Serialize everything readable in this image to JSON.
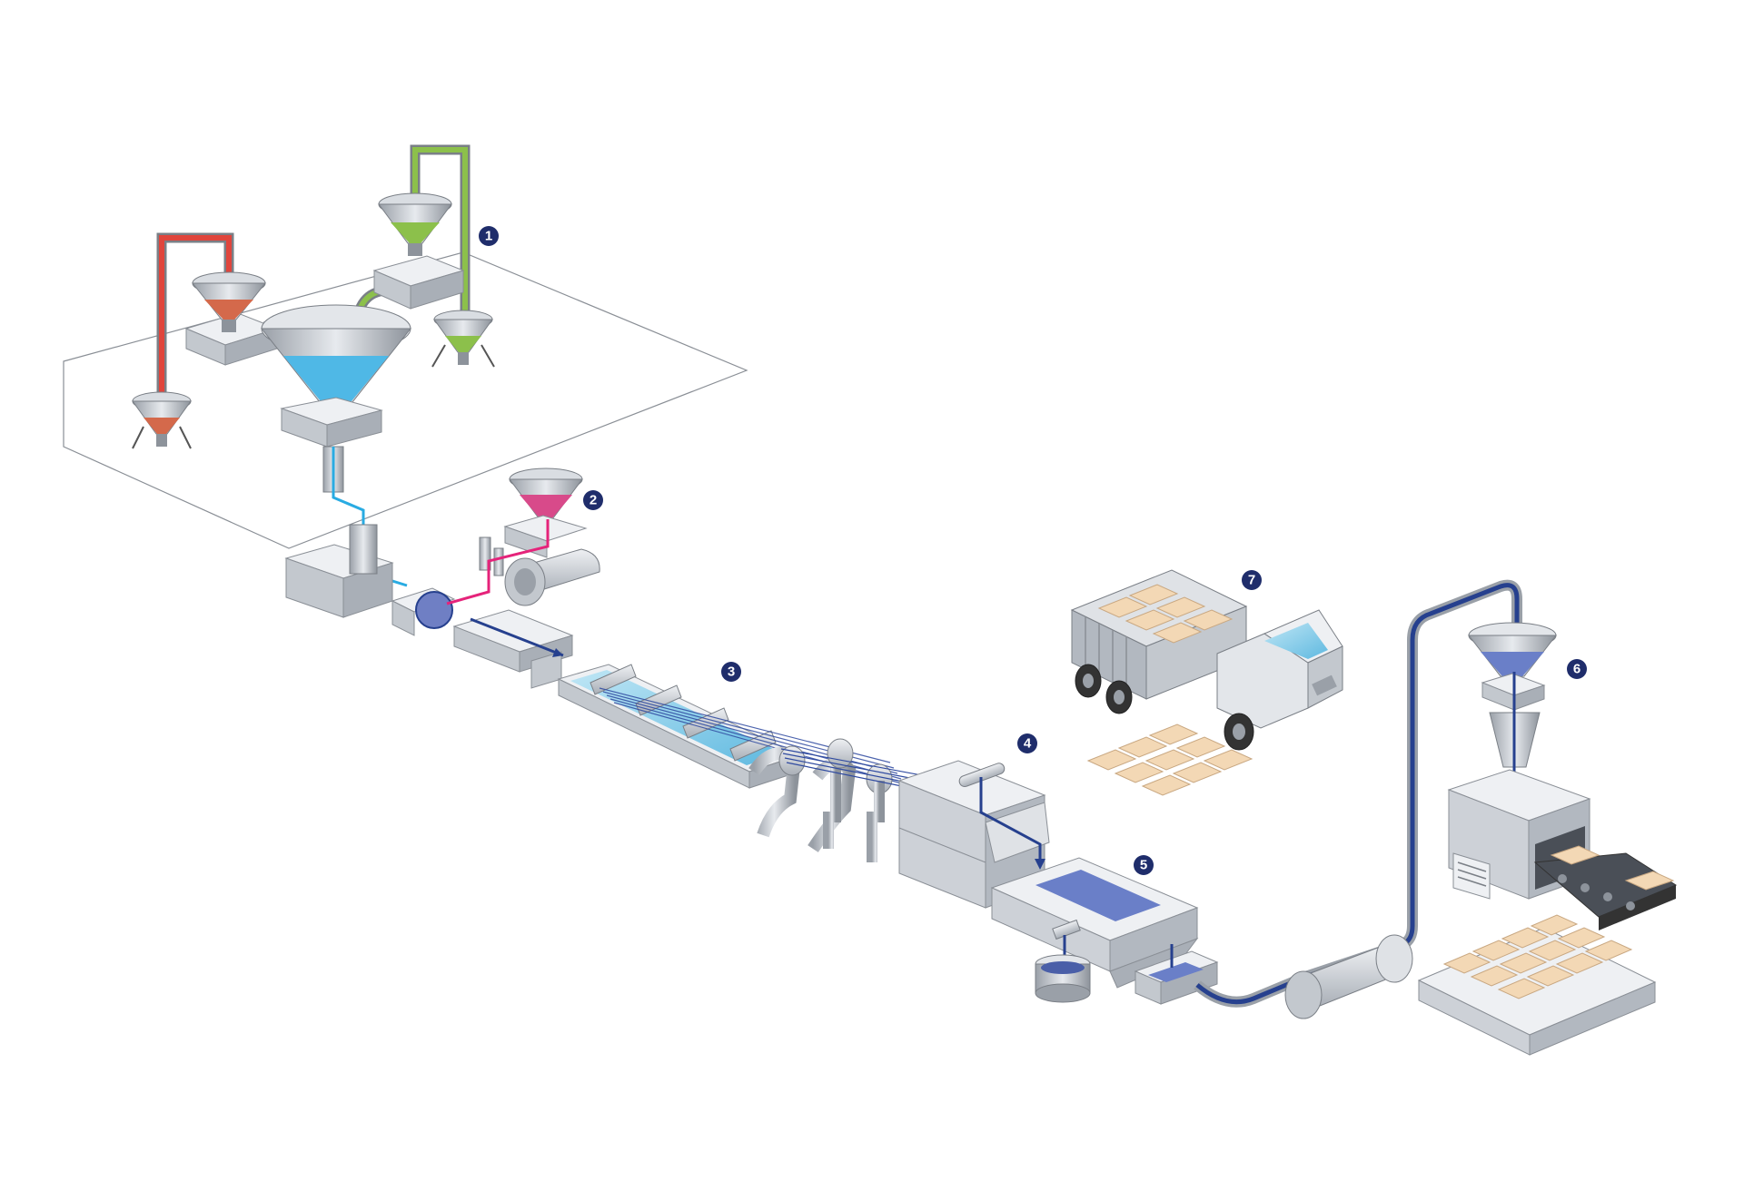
{
  "steps": [
    {
      "number": "1"
    },
    {
      "number": "2"
    },
    {
      "number": "3"
    },
    {
      "number": "4"
    },
    {
      "number": "5"
    },
    {
      "number": "6"
    },
    {
      "number": "7"
    }
  ],
  "colors": {
    "red_line": "#e0453c",
    "green_line": "#8cc04b",
    "cyan_line": "#29abe2",
    "magenta_line": "#e5237a",
    "navy_line": "#26408e",
    "machine_gray": "#cfd3d8",
    "badge": "#1f2d6b",
    "bag": "#f3d8b5"
  },
  "icons": [
    "hopper-icon",
    "funnel-icon",
    "mixer-icon",
    "extruder-icon",
    "cooling-trough-icon",
    "pelletizer-icon",
    "truck-icon",
    "pallet-icon",
    "bag-icon"
  ]
}
